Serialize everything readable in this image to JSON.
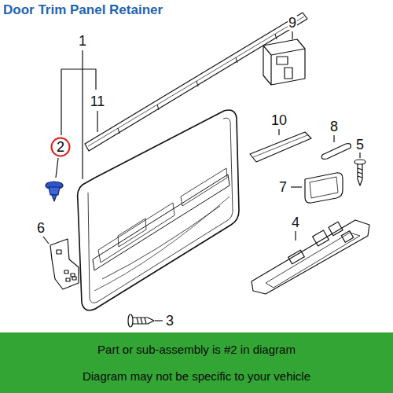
{
  "diagram": {
    "title": "Door Trim Panel Retainer",
    "nodes": [
      {
        "text": [
          "2"
        ]
      },
      {
        "text": [
          "Part or sub-assembly is #2 in diagram",
          "Diagram may not be specific to your vehicle"
        ]
      }
    ],
    "labels": [
      "1",
      "11",
      "9",
      "10",
      "8",
      "5",
      "7",
      "6",
      "4",
      "3"
    ]
  }
}
